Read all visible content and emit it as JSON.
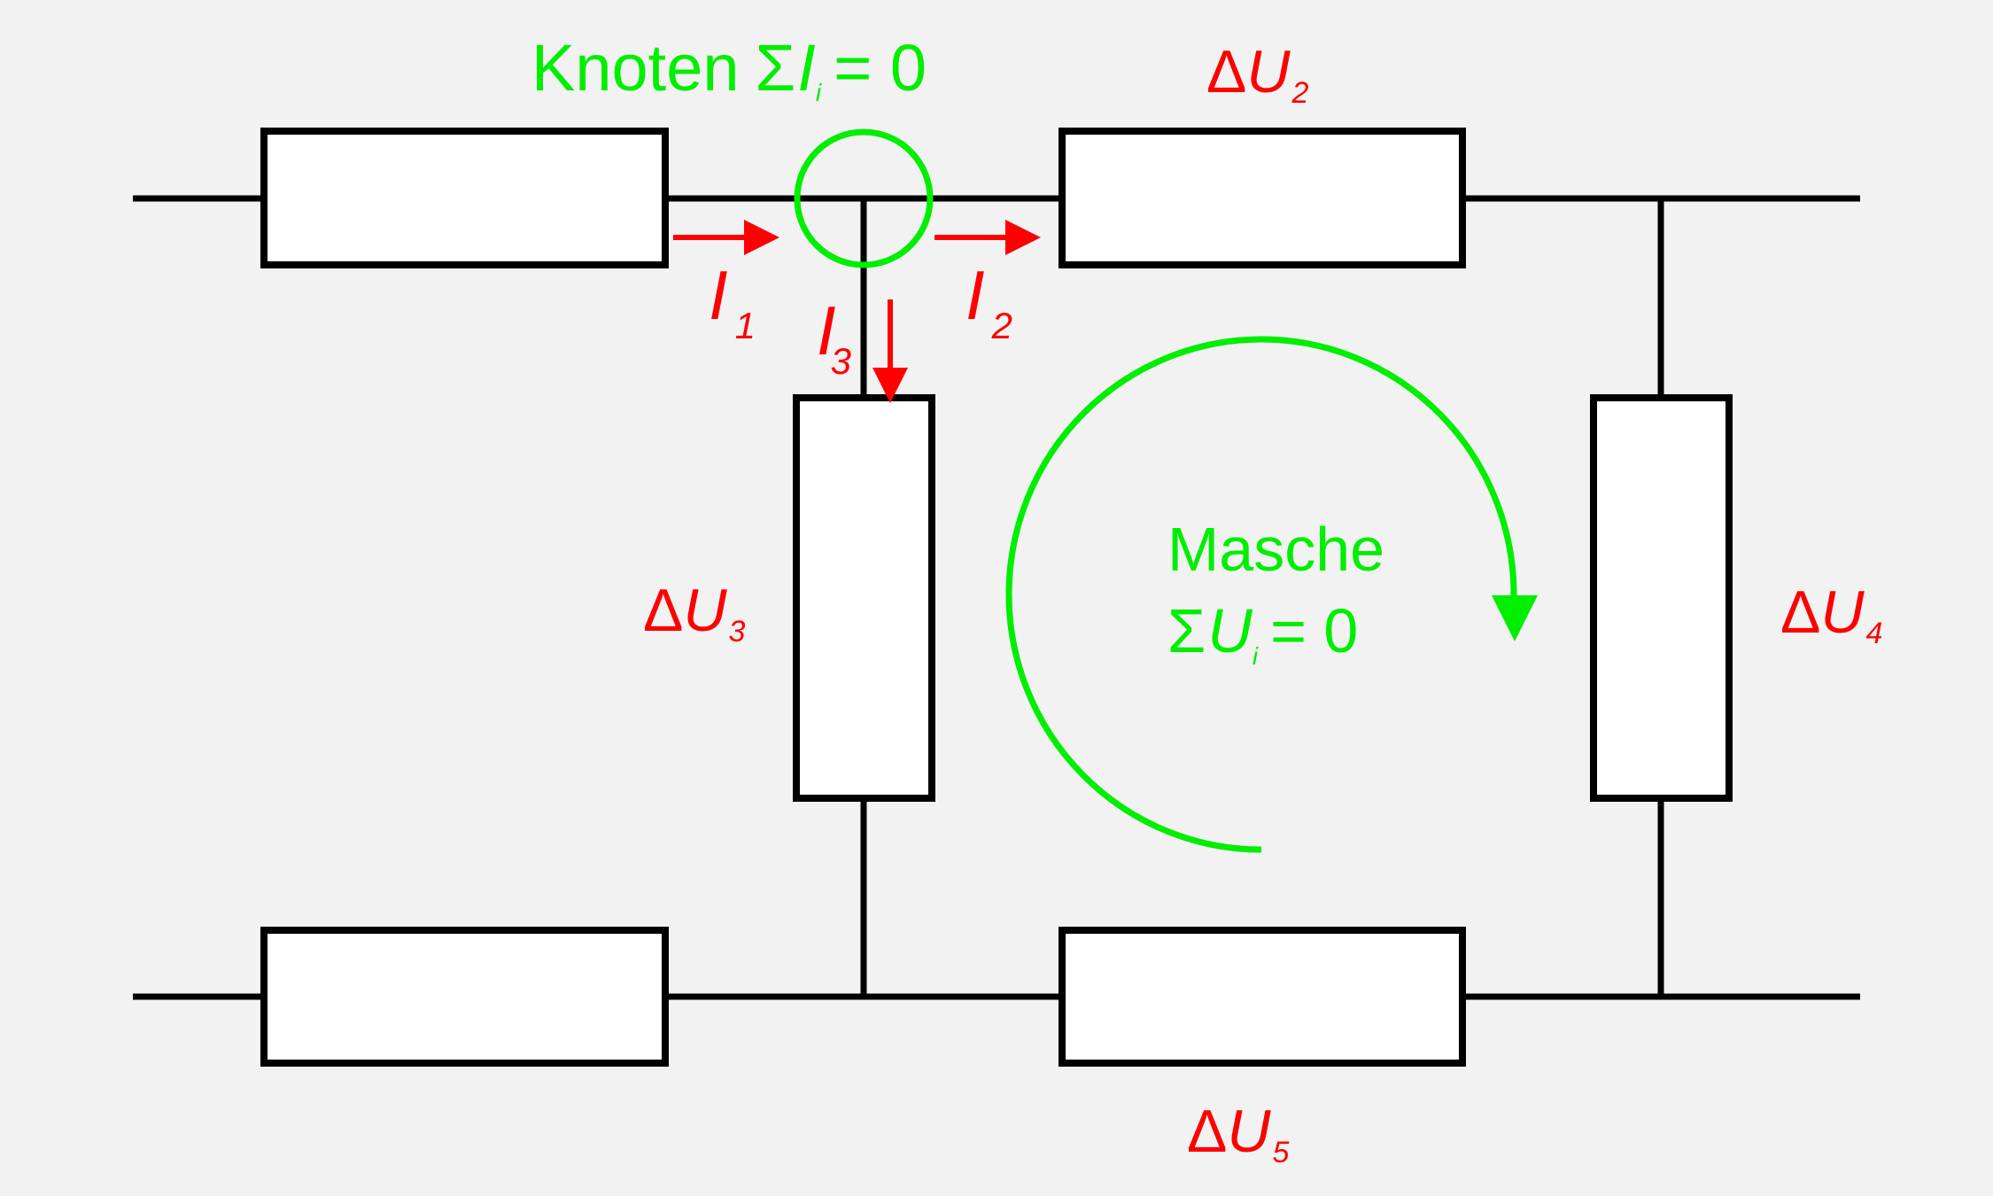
{
  "colors": {
    "background": "#f2f2f2",
    "current": "#ff0000",
    "law": "#00ee00",
    "wire": "#000000",
    "resistor_fill": "#ffffff"
  },
  "knoten": {
    "word": "Knoten",
    "sum": "Σ",
    "var": "I",
    "sub": "i",
    "eq": "= 0"
  },
  "masche": {
    "word": "Masche",
    "sum": "Σ",
    "var": "U",
    "sub": "i",
    "eq": "= 0"
  },
  "currents": [
    {
      "var": "I",
      "sub": "1"
    },
    {
      "var": "I",
      "sub": "2"
    },
    {
      "var": "I",
      "sub": "3"
    }
  ],
  "voltages": [
    {
      "delta": "Δ",
      "var": "U",
      "sub": "2"
    },
    {
      "delta": "Δ",
      "var": "U",
      "sub": "3"
    },
    {
      "delta": "Δ",
      "var": "U",
      "sub": "4"
    },
    {
      "delta": "Δ",
      "var": "U",
      "sub": "5"
    }
  ]
}
